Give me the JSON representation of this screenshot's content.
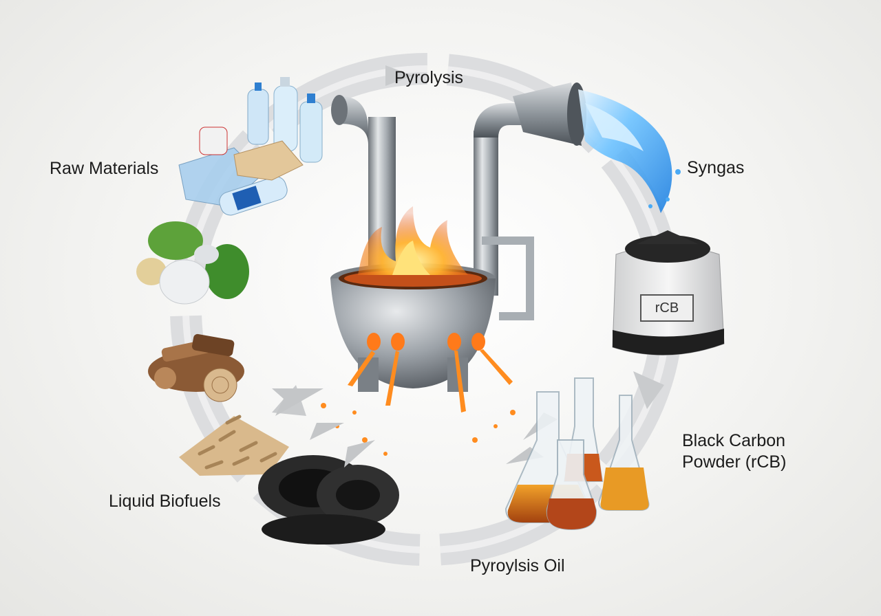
{
  "labels": {
    "pyrolysis": "Pyrolysis",
    "raw_materials": "Raw Materials",
    "syngas": "Syngas",
    "black_carbon_line1": "Black Carbon",
    "black_carbon_line2": "Powder (rCB)",
    "liquid_biofuels": "Liquid Biofuels",
    "pyrolysis_oil": "Pyroylsis Oil"
  },
  "bag_label": "rCB",
  "colors": {
    "ring": "#d9dadb",
    "ring_dark": "#c8cacc",
    "steel": "#9aa0a6",
    "flame": "#ff8a1c",
    "syngas": "#3fa9ff",
    "oil": "#d9771c",
    "tire": "#222222"
  },
  "icons": [
    "plastic-bottles-icon",
    "biomass-icon",
    "wood-chips-icon",
    "wood-pellets-icon",
    "tires-icon",
    "reactor-icon",
    "syngas-stream-icon",
    "carbon-bag-icon",
    "oil-flasks-icon"
  ]
}
